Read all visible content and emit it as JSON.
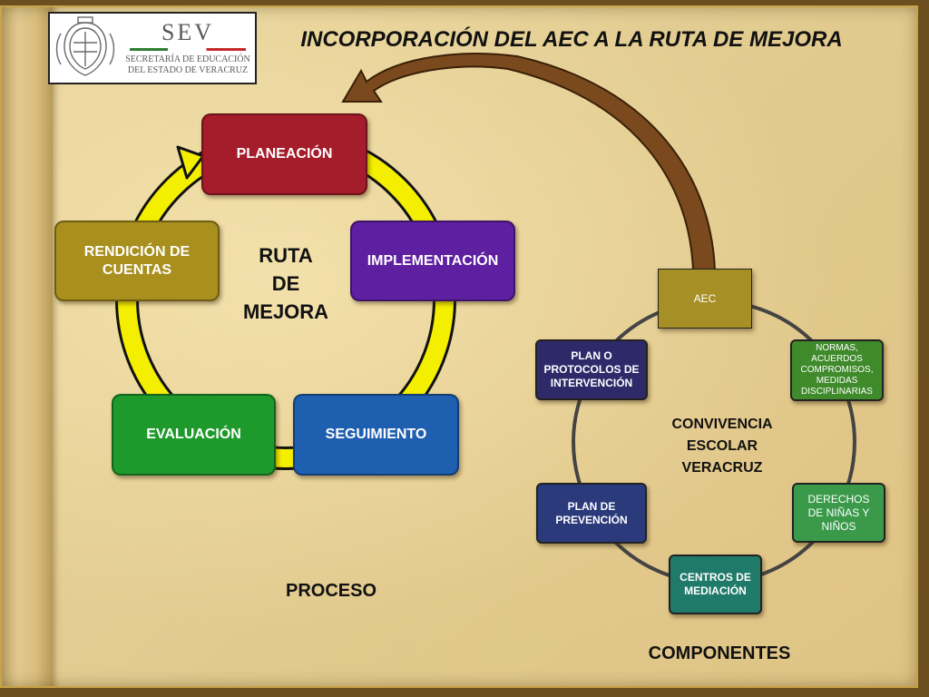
{
  "title": "INCORPORACIÓN DEL AEC A LA RUTA DE MEJORA",
  "logo": {
    "acronym": "SEV",
    "line1": "SECRETARÍA DE EDUCACIÓN",
    "line2": "DEL ESTADO DE VERACRUZ"
  },
  "ruta": {
    "center_lines": [
      "RUTA",
      "DE",
      "MEJORA"
    ],
    "boxes": {
      "planeacion": "PLANEACIÓN",
      "implementacion": "IMPLEMENTACIÓN",
      "seguimiento": "SEGUIMIENTO",
      "evaluacion": "EVALUACIÓN",
      "rendicion_1": "RENDICIÓN DE",
      "rendicion_2": "CUENTAS"
    },
    "caption": "PROCESO"
  },
  "convivencia": {
    "center_lines": [
      "CONVIVENCIA",
      "ESCOLAR",
      "VERACRUZ"
    ],
    "boxes": {
      "aec": "AEC",
      "normas": [
        "NORMAS,",
        "ACUERDOS",
        "COMPROMISOS,",
        "MEDIDAS",
        "DISCIPLINARIAS"
      ],
      "derechos": [
        "DERECHOS",
        "DE NIÑAS Y",
        "NIÑOS"
      ],
      "centros": [
        "CENTROS DE",
        "MEDIACIÓN"
      ],
      "plan_prevencion": [
        "PLAN DE",
        "PREVENCIÓN"
      ],
      "plan_protocolos": [
        "PLAN O",
        "PROTOCOLOS DE",
        "INTERVENCIÓN"
      ]
    },
    "caption": "COMPONENTES"
  },
  "colors": {
    "planeacion": "#a51c2a",
    "implementacion": "#5e1fa0",
    "seguimiento": "#1f5fb0",
    "evaluacion": "#1e9a2c",
    "rendicion": "#a88f1e",
    "aec": "#a68f24",
    "normas": "#3f8a2a",
    "derechos": "#3a9a4a",
    "centros": "#1f7a6a",
    "plan_prevencion": "#2a3a7a",
    "plan_protocolos": "#2e2a6a",
    "cycle_ring": "#f4ee00",
    "arrow": "#7a4a1e"
  }
}
